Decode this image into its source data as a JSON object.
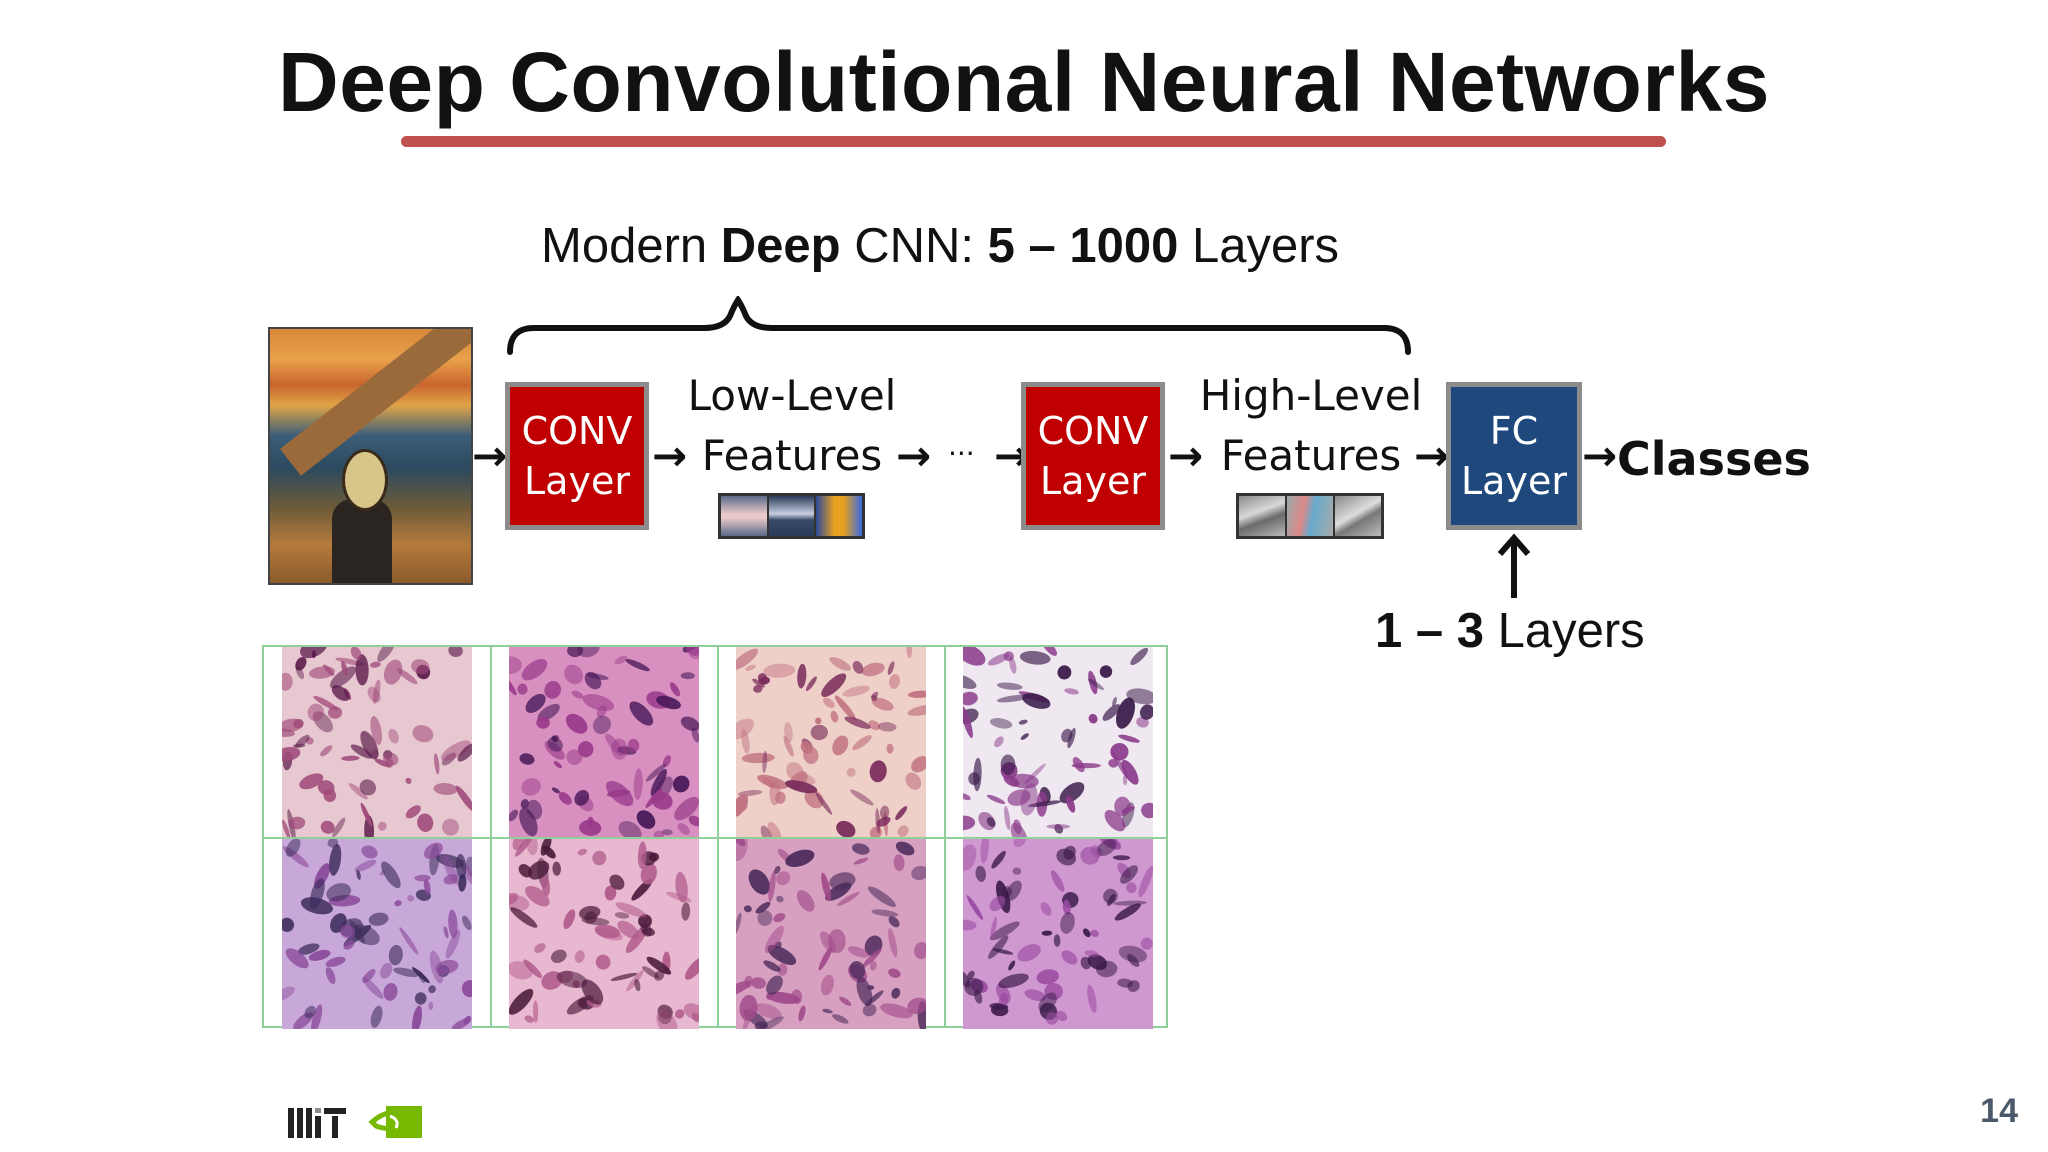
{
  "slide": {
    "title": "Deep Convolutional Neural Networks",
    "page_number": "14",
    "accent_color": "#c0504d"
  },
  "diagram": {
    "brace_label": {
      "prefix": "Modern ",
      "bold1": "Deep",
      "mid": " CNN: ",
      "bold2": "5 – 1000",
      "suffix": " Layers"
    },
    "conv1": {
      "line1": "CONV",
      "line2": "Layer",
      "color": "#c00000"
    },
    "low_features": {
      "line1": "Low-Level",
      "line2": "Features"
    },
    "ellipsis": "···",
    "conv2": {
      "line1": "CONV",
      "line2": "Layer",
      "color": "#c00000"
    },
    "high_features": {
      "line1": "High-Level",
      "line2": "Features"
    },
    "fc": {
      "line1": "FC",
      "line2": "Layer",
      "color": "#1f497d"
    },
    "output": "Classes",
    "fc_label": {
      "bold": "1 – 3",
      "suffix": " Layers"
    }
  },
  "logos": [
    "mit-logo",
    "nvidia-logo"
  ]
}
